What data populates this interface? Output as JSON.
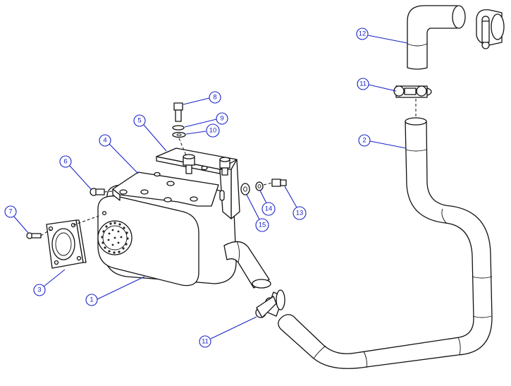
{
  "callouts": [
    {
      "id": "c1",
      "label": "1"
    },
    {
      "id": "c2",
      "label": "2"
    },
    {
      "id": "c3",
      "label": "3"
    },
    {
      "id": "c4",
      "label": "4"
    },
    {
      "id": "c5",
      "label": "5"
    },
    {
      "id": "c6",
      "label": "6"
    },
    {
      "id": "c7",
      "label": "7"
    },
    {
      "id": "c8",
      "label": "8"
    },
    {
      "id": "c9",
      "label": "9"
    },
    {
      "id": "c10",
      "label": "10"
    },
    {
      "id": "c11a",
      "label": "11"
    },
    {
      "id": "c11b",
      "label": "11"
    },
    {
      "id": "c12",
      "label": "12"
    },
    {
      "id": "c13",
      "label": "13"
    },
    {
      "id": "c14",
      "label": "14"
    },
    {
      "id": "c15",
      "label": "15"
    }
  ],
  "colors": {
    "line": "#111111",
    "callout": "#1a24c8",
    "background": "#ffffff"
  }
}
